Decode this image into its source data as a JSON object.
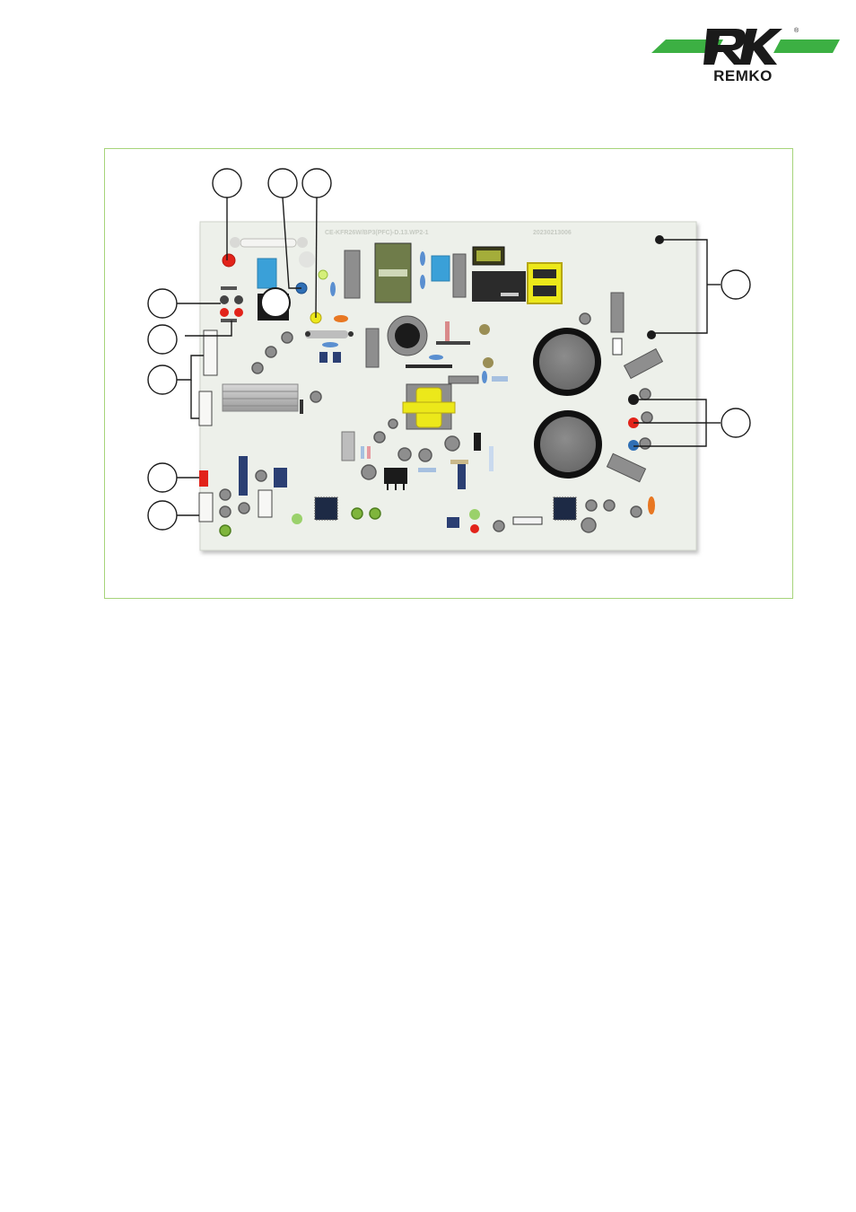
{
  "brand": {
    "name": "REMKO",
    "registered_mark": "®",
    "colors": {
      "green": "#3cb043",
      "black": "#1a1a1a"
    }
  },
  "board": {
    "silk_model": "CE-KFR26W/BP3(PFC)-D.13.WP2-1",
    "silk_code": "20230213006",
    "colors": {
      "pcb": "#edf0ea",
      "frame": "#a6d47a",
      "red": "#e2231a",
      "blue": "#2f6fb5",
      "yellow": "#ece81a",
      "green": "#7fb53c",
      "capacitor": "#7a7a7a",
      "dark": "#2b2b2b"
    }
  },
  "callouts": [
    {
      "id": "top-1",
      "label": ""
    },
    {
      "id": "top-2",
      "label": ""
    },
    {
      "id": "top-3",
      "label": ""
    },
    {
      "id": "left-1",
      "label": ""
    },
    {
      "id": "left-2",
      "label": ""
    },
    {
      "id": "left-3",
      "label": ""
    },
    {
      "id": "left-4",
      "label": ""
    },
    {
      "id": "left-5",
      "label": ""
    },
    {
      "id": "right-1",
      "label": ""
    },
    {
      "id": "right-2",
      "label": ""
    }
  ]
}
